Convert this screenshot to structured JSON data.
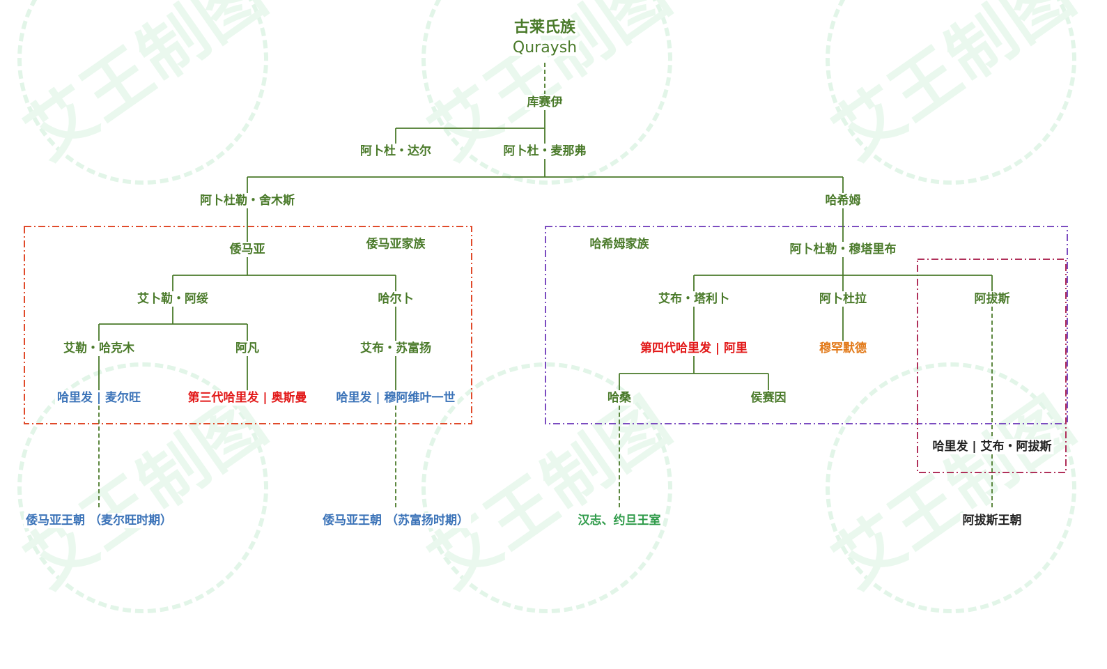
{
  "title_cn": "古莱氏族",
  "title_en": "Quraysh",
  "watermark_text": "艾王制图",
  "colors": {
    "line": "#4a7a2a",
    "umayyad_box": "#e04a2a",
    "hashim_box": "#7b4cc0",
    "abbas_box": "#b0305a",
    "node_green": "#4a7a2a",
    "caliph_red": "#e21818",
    "caliph_blue": "#3b73b8",
    "orange": "#e27a1a"
  },
  "groups": {
    "umayyad_family": "倭马亚家族",
    "hashim_family": "哈希姆家族"
  },
  "nodes": {
    "qusayy": "库赛伊",
    "abd_al_dar": "阿卜杜・达尔",
    "abd_manaf": "阿卜杜・麦那弗",
    "abd_shams": "阿卜杜勒・舍木斯",
    "hashim": "哈希姆",
    "umayya": "倭马亚",
    "abd_al_muttalib": "阿卜杜勒・穆塔里布",
    "abu_al_as": "艾卜勒・阿绥",
    "harb": "哈尔卜",
    "abu_talib": "艾布・塔利卜",
    "abdullah": "阿卜杜拉",
    "abbas": "阿拔斯",
    "al_hakam": "艾勒・哈克木",
    "affan": "阿凡",
    "abu_sufyan": "艾布・苏富扬",
    "ali": "第四代哈里发 | 阿里",
    "muhammad": "穆罕默德",
    "marwan": "哈里发 | 麦尔旺",
    "uthman": "第三代哈里发 | 奥斯曼",
    "muawiya": "哈里发 | 穆阿维叶一世",
    "hasan": "哈桑",
    "husayn": "侯赛因",
    "saffah": "哈里发 | 艾布・阿拔斯",
    "dyn_marwanid": "倭马亚王朝 （麦尔旺时期）",
    "dyn_sufyanid": "倭马亚王朝 （苏富扬时期）",
    "dyn_hejaz_jordan": "汉志、约旦王室",
    "dyn_abbasid": "阿拔斯王朝"
  }
}
